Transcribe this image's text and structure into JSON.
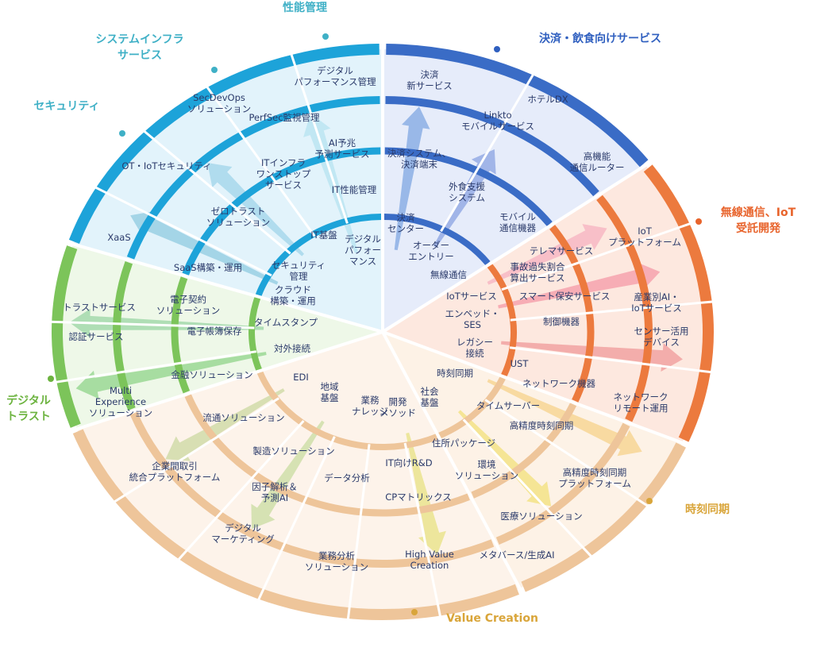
{
  "categories": [
    {
      "id": "perf",
      "label": "性能管理",
      "color": "#3fb0c6"
    },
    {
      "id": "sysinf",
      "label": "システムインフラ\nサービス",
      "color": "#3fb0c6"
    },
    {
      "id": "sec",
      "label": "セキュリティ",
      "color": "#3fb0c6"
    },
    {
      "id": "pay",
      "label": "決済・飲食向けサービス",
      "color": "#2f5fbf"
    },
    {
      "id": "iot",
      "label": "無線通信、IoT\n受託開発",
      "color": "#e8642c"
    },
    {
      "id": "sync",
      "label": "時刻同期",
      "color": "#d9a53a"
    },
    {
      "id": "value",
      "label": "Value Creation",
      "color": "#d9a53a"
    },
    {
      "id": "trust",
      "label": "デジタル\nトラスト",
      "color": "#6cb33f"
    }
  ],
  "items": [
    {
      "id": "i_digital_perf_mgmt",
      "text": "デジタル\nパフォーマンス管理"
    },
    {
      "id": "i_perfsec",
      "text": "PerfSec監視管理"
    },
    {
      "id": "i_secdevops",
      "text": "SecDevOps\nソリューション"
    },
    {
      "id": "i_ai_pred",
      "text": "AI予兆\n予測サービス"
    },
    {
      "id": "i_it_perf",
      "text": "IT性能管理"
    },
    {
      "id": "i_it_infra",
      "text": "ITインフラ\nワンストップ\nサービス"
    },
    {
      "id": "i_ot_iot_sec",
      "text": "OT・IoTセキュリティ"
    },
    {
      "id": "i_zero_trust",
      "text": "ゼロトラスト\nソリューション"
    },
    {
      "id": "i_xaas",
      "text": "XaaS"
    },
    {
      "id": "i_saas",
      "text": "SaaS構築・運用"
    },
    {
      "id": "i_it_base",
      "text": "IT基盤"
    },
    {
      "id": "i_digital_perf",
      "text": "デジタル\nパフォー\nマンス"
    },
    {
      "id": "i_sec_mgmt",
      "text": "セキュリティ\n管理"
    },
    {
      "id": "i_cloud",
      "text": "クラウド\n構築・運用"
    },
    {
      "id": "i_pay_new",
      "text": "決済\n新サービス"
    },
    {
      "id": "i_hotel_dx",
      "text": "ホテルDX"
    },
    {
      "id": "i_linkto",
      "text": "Linkto\nモバイルサービス"
    },
    {
      "id": "i_pay_sys",
      "text": "決済システム、\n決済端末"
    },
    {
      "id": "i_dining",
      "text": "外食支援\nシステム"
    },
    {
      "id": "i_pay_center",
      "text": "決済\nセンター"
    },
    {
      "id": "i_order",
      "text": "オーダー\nエントリー"
    },
    {
      "id": "i_router",
      "text": "高機能\n通信ルーター"
    },
    {
      "id": "i_mobile_dev",
      "text": "モバイル\n通信機器"
    },
    {
      "id": "i_iot_pf",
      "text": "IoT\nプラットフォーム"
    },
    {
      "id": "i_telema",
      "text": "テレマサービス"
    },
    {
      "id": "i_accident",
      "text": "事故過失割合\n算出サービス"
    },
    {
      "id": "i_wireless",
      "text": "無線通信"
    },
    {
      "id": "i_iot_service",
      "text": "IoTサービス"
    },
    {
      "id": "i_smart_maint",
      "text": "スマート保安サービス"
    },
    {
      "id": "i_ind_ai",
      "text": "産業別AI・\nIoTサービス"
    },
    {
      "id": "i_embedded",
      "text": "エンベッド・\nSES"
    },
    {
      "id": "i_control",
      "text": "制御機器"
    },
    {
      "id": "i_sensor",
      "text": "センサー活用\nデバイス"
    },
    {
      "id": "i_legacy",
      "text": "レガシー\n接続"
    },
    {
      "id": "i_ust",
      "text": "UST"
    },
    {
      "id": "i_time_sync",
      "text": "時刻同期"
    },
    {
      "id": "i_net_dev",
      "text": "ネットワーク機器"
    },
    {
      "id": "i_net_remote",
      "text": "ネットワーク\nリモート運用"
    },
    {
      "id": "i_time_server",
      "text": "タイムサーバー"
    },
    {
      "id": "i_hp_sync",
      "text": "高精度時刻同期"
    },
    {
      "id": "i_hp_sync_pf",
      "text": "高精度時刻同期\nプラットフォーム"
    },
    {
      "id": "i_address",
      "text": "住所パッケージ"
    },
    {
      "id": "i_env",
      "text": "環境\nソリューション"
    },
    {
      "id": "i_medical",
      "text": "医療ソリューション"
    },
    {
      "id": "i_metaverse",
      "text": "メタバース/生成AI"
    },
    {
      "id": "i_society",
      "text": "社会\n基盤"
    },
    {
      "id": "i_dev_method",
      "text": "開発\nメソッド"
    },
    {
      "id": "i_it_rd",
      "text": "IT向けR&D"
    },
    {
      "id": "i_cp_matrix",
      "text": "CPマトリックス"
    },
    {
      "id": "i_high_value",
      "text": "High Value\nCreation"
    },
    {
      "id": "i_biz_knowledge",
      "text": "業務\nナレッジ"
    },
    {
      "id": "i_region",
      "text": "地域\n基盤"
    },
    {
      "id": "i_data_analysis",
      "text": "データ分析"
    },
    {
      "id": "i_biz_analysis",
      "text": "業務分析\nソリューション"
    },
    {
      "id": "i_mfg",
      "text": "製造ソリューション"
    },
    {
      "id": "i_factor",
      "text": "因子解析＆\n予測AI"
    },
    {
      "id": "i_digital_mkt",
      "text": "デジタル\nマーケティング"
    },
    {
      "id": "i_edi",
      "text": "EDI"
    },
    {
      "id": "i_distribution",
      "text": "流通ソリューション"
    },
    {
      "id": "i_b2b",
      "text": "企業間取引\n統合プラットフォーム"
    },
    {
      "id": "i_timestamp",
      "text": "タイムスタンプ"
    },
    {
      "id": "i_external",
      "text": "対外接続"
    },
    {
      "id": "i_finance",
      "text": "金融ソリューション"
    },
    {
      "id": "i_multi_exp",
      "text": "Multi\nExperience\nソリューション"
    },
    {
      "id": "i_e_contract",
      "text": "電子契約\nソリューション"
    },
    {
      "id": "i_e_ledger",
      "text": "電子帳簿保存"
    },
    {
      "id": "i_trust_service",
      "text": "トラストサービス"
    },
    {
      "id": "i_cert",
      "text": "認証サービス"
    }
  ]
}
